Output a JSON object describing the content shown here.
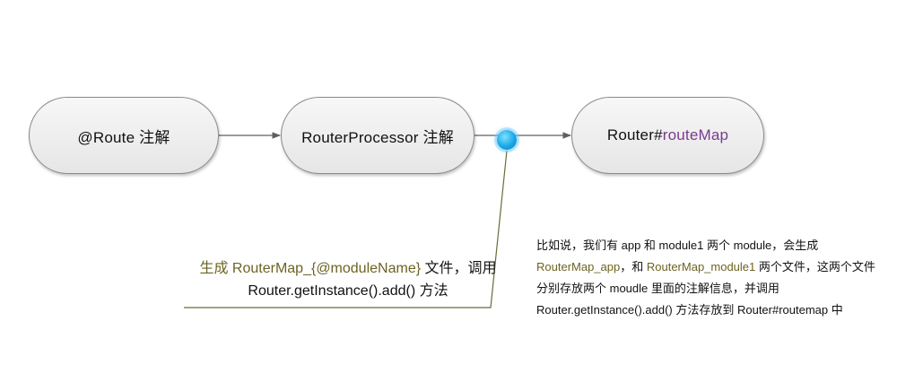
{
  "nodes": {
    "route_annotation": "@Route 注解",
    "router_processor": "RouterProcessor 注解",
    "router_map_prefix": "Router#",
    "router_map_suffix": "routeMap"
  },
  "annotation_left": {
    "part1": "生成 ",
    "part2": "RouterMap_{@moduleName}",
    "part3": " 文件，调用  Router.getInstance().add() 方法"
  },
  "annotation_right": {
    "line1": "比如说，我们有 app 和 module1 两个 module，会生成 ",
    "app_file": "RouterMap_app",
    "mid": "，和 ",
    "module_file": "RouterMap_module1",
    "line2": " 两个文件，这两个文件分别存放两个 moudle 里面的注解信息，并调用 Router.getInstance().add()  方法存放到 Router#routemap 中"
  },
  "colors": {
    "accent": "#7a3b8f",
    "olive": "#6d6322",
    "connector": "#5f5f5f",
    "leader_line": "#6b6b3a",
    "dot": "#1aa7e6"
  }
}
